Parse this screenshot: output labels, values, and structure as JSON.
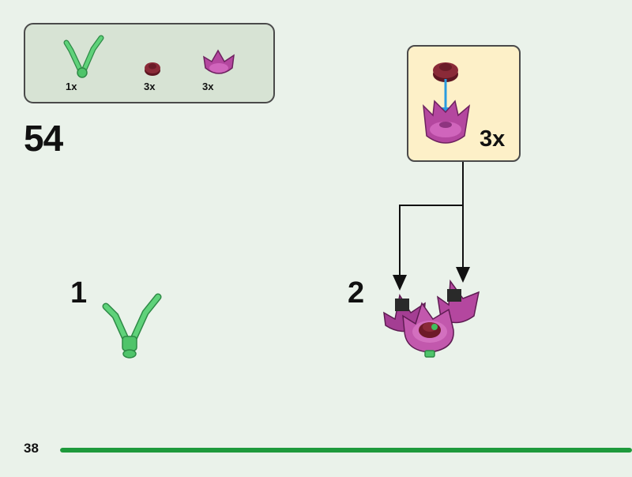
{
  "parts_list": {
    "items": [
      {
        "name": "green-stem-piece",
        "qty": "1x"
      },
      {
        "name": "dark-red-round-plate",
        "qty": "3x"
      },
      {
        "name": "magenta-flower-petal",
        "qty": "3x"
      }
    ]
  },
  "step": {
    "number": "54"
  },
  "subassembly": {
    "qty": "3x"
  },
  "callouts": {
    "first": "1",
    "second": "2"
  },
  "footer": {
    "page_number": "38",
    "progress": 1.0
  },
  "colors": {
    "background": "#eaf2ea",
    "parts_box": "#d7e3d4",
    "subassembly_box": "#fdf0c8",
    "stem_green": "#4fc46a",
    "petal_magenta": "#b0459e",
    "plate_dark_red": "#7d2230",
    "arrow_blue": "#2a9be0",
    "progress_green": "#1e9a3c"
  }
}
